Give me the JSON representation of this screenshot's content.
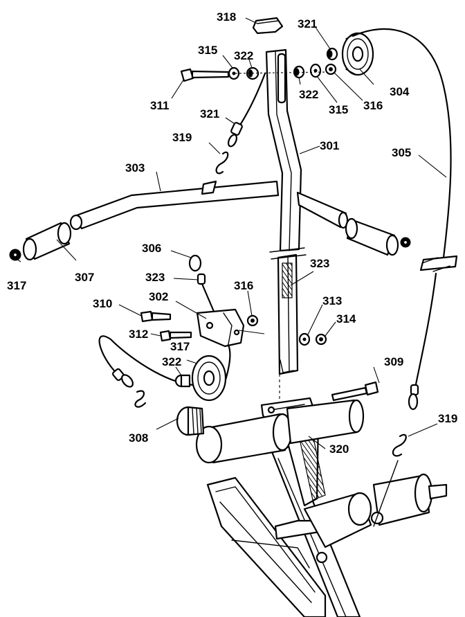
{
  "labels": {
    "l318": "318",
    "l321a": "321",
    "l315a": "315",
    "l322a": "322",
    "l311": "311",
    "l322b": "322",
    "l304": "304",
    "l316a": "316",
    "l315b": "315",
    "l321b": "321",
    "l319a": "319",
    "l301": "301",
    "l305": "305",
    "l303": "303",
    "l306": "306",
    "l323a": "323",
    "l323b": "323",
    "l317a": "317",
    "l307": "307",
    "l316b": "316",
    "l302": "302",
    "l310": "310",
    "l313": "313",
    "l314": "314",
    "l312": "312",
    "l317b": "317",
    "l322c": "322",
    "l309": "309",
    "l319b": "319",
    "l308": "308",
    "l320": "320"
  },
  "colors": {
    "line": "#000000",
    "paper": "#ffffff"
  }
}
